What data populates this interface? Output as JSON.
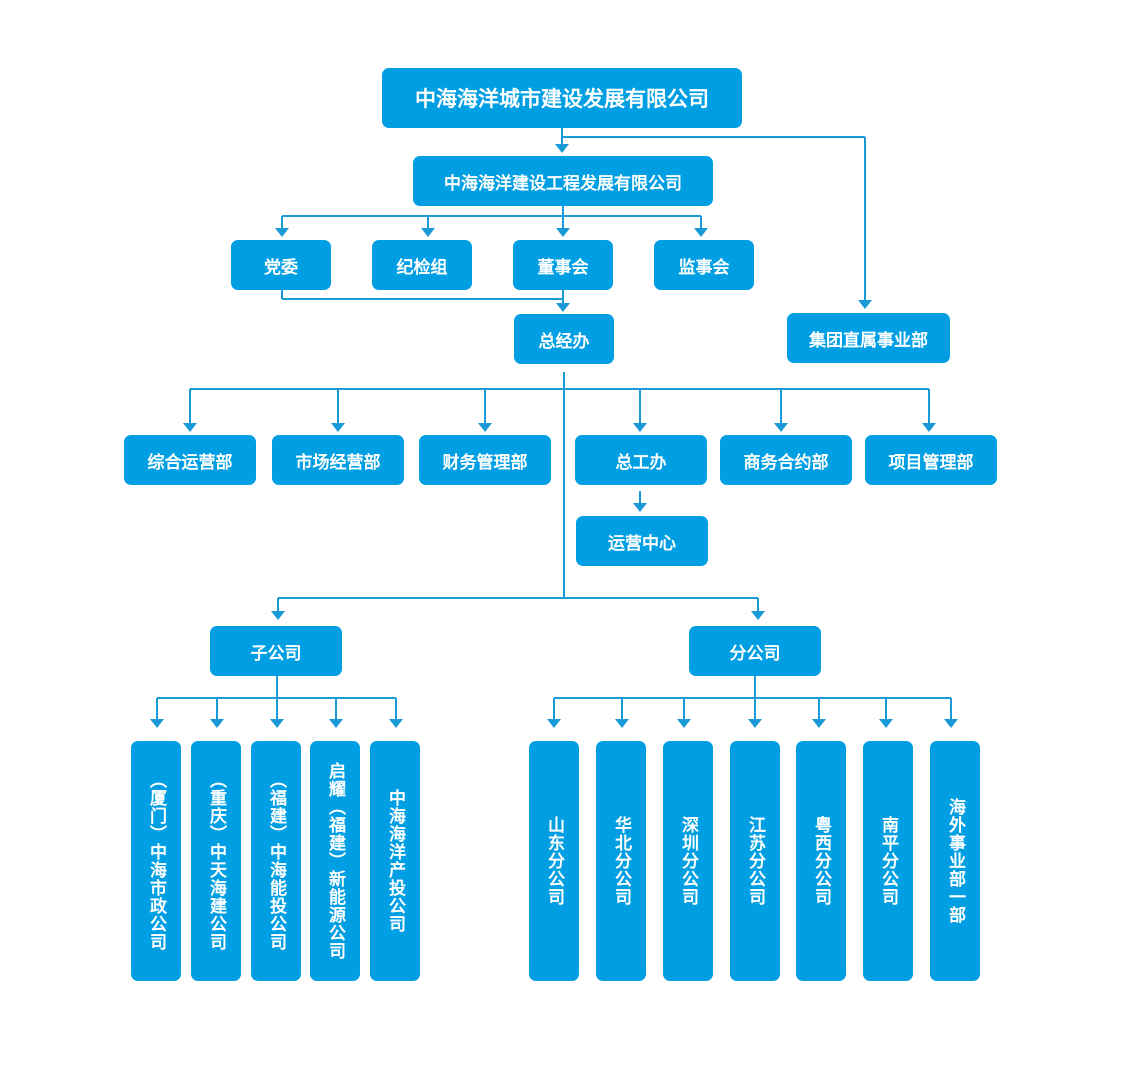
{
  "colors": {
    "box": "#009fe3",
    "line": "#1a9ad6",
    "text": "#ffffff",
    "background": "#ffffff"
  },
  "top": {
    "company": "中海海洋城市建设发展有限公司"
  },
  "level2": {
    "company": "中海海洋建设工程发展有限公司"
  },
  "direct": {
    "label": "集团直属事业部"
  },
  "governance": [
    "党委",
    "纪检组",
    "董事会",
    "监事会"
  ],
  "office": {
    "label": "总经办"
  },
  "departments": [
    "综合运营部",
    "市场经营部",
    "财务管理部",
    "总工办",
    "商务合约部",
    "项目管理部"
  ],
  "ops_center": {
    "label": "运营中心"
  },
  "subsidiaries": {
    "label": "子公司",
    "items": [
      "（厦门）中海市政公司",
      "（重庆）中天海建公司",
      "（福建）中海能投公司",
      "启耀（福建）新能源公司",
      "中海海洋产投公司"
    ]
  },
  "branches": {
    "label": "分公司",
    "items": [
      "山东分公司",
      "华北分公司",
      "深圳分公司",
      "江苏分公司",
      "粤西分公司",
      "南平分公司",
      "海外事业部一部"
    ]
  }
}
